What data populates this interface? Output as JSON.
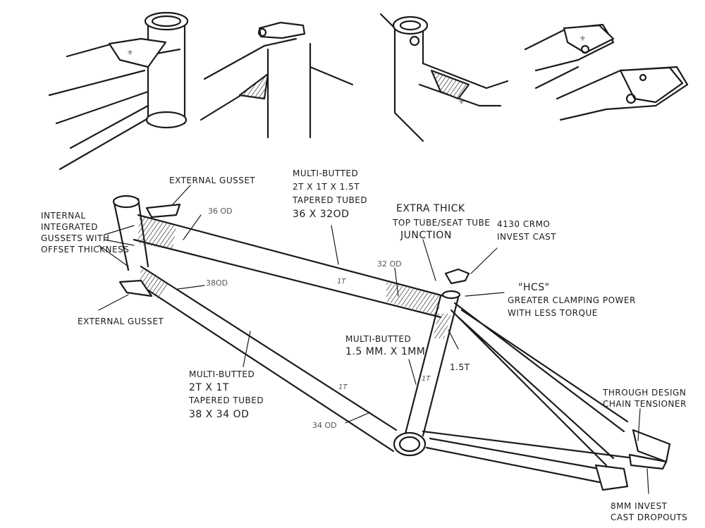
{
  "labels": {
    "external_gusset_top": "External gusset",
    "internal_gussets": [
      "Internal",
      "Integrated",
      "Gussets with",
      "Offset thickness"
    ],
    "external_gusset_bottom": "External gusset",
    "top_tube_od_front": "36 OD",
    "down_tube_od_front": "38OD",
    "top_tube_spec": [
      "Multi-butted",
      "2T x 1T x 1.5T",
      "Tapered tubed",
      "36 x 32OD"
    ],
    "top_tube_od_rear": "32 OD",
    "junction": [
      "Extra thick",
      "Top tube/seat tube",
      "Junction"
    ],
    "cast": [
      "4130 CRMO",
      "Invest cast"
    ],
    "hcs": [
      "\"HCS\"",
      "Greater clamping power",
      "with less torque"
    ],
    "seat_tube_spec": [
      "Multi-butted",
      "1.5 mm. x 1mm"
    ],
    "seat_tube_wall": "1.5T",
    "down_tube_spec": [
      "Multi-butted",
      "2T x 1T",
      "Tapered tubed",
      "38 x 34 OD"
    ],
    "down_tube_od_rear": "34 OD",
    "chain_tensioner": [
      "Through design",
      "chain tensioner"
    ],
    "dropouts": [
      "8mm Invest",
      "cast dropouts"
    ],
    "tube_mark_tt": "1T",
    "tube_mark_dt": "1T",
    "tube_mark_st": "1T"
  },
  "colors": {
    "ink": "#1b1b1b",
    "paper": "#ffffff"
  }
}
